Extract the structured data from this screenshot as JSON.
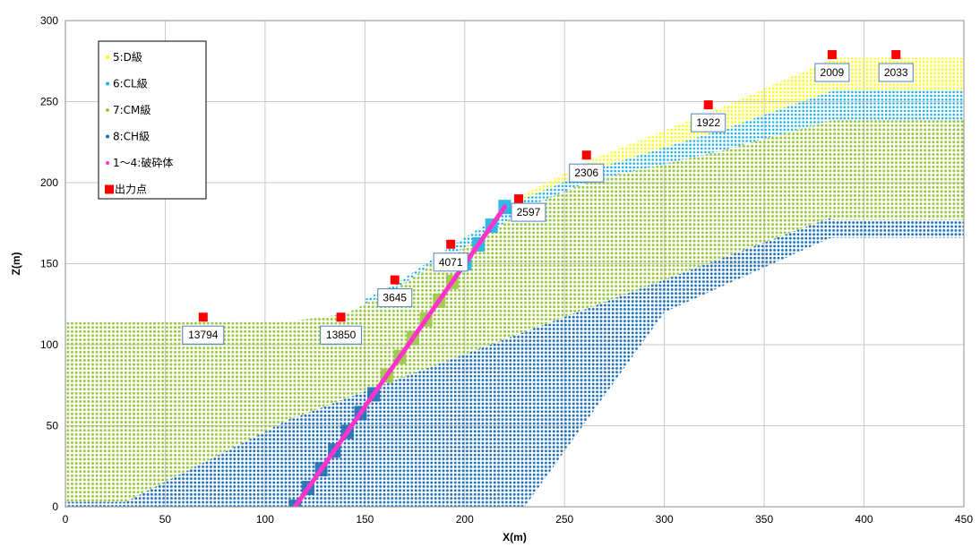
{
  "chart_data": {
    "type": "scatter",
    "title": "",
    "xlabel": "X(m)",
    "ylabel": "Z(m)",
    "xlim": [
      0,
      450
    ],
    "ylim": [
      0,
      300
    ],
    "xticks": [
      0,
      50,
      100,
      150,
      200,
      250,
      300,
      350,
      400,
      450
    ],
    "yticks": [
      0,
      50,
      100,
      150,
      200,
      250,
      300
    ],
    "grid": true,
    "legend_position": "top-left",
    "surface_profile": [
      [
        0,
        117
      ],
      [
        110,
        117
      ],
      [
        140,
        122
      ],
      [
        165,
        137
      ],
      [
        190,
        158
      ],
      [
        215,
        178
      ],
      [
        230,
        193
      ],
      [
        265,
        215
      ],
      [
        330,
        247
      ],
      [
        385,
        277
      ],
      [
        450,
        277
      ]
    ],
    "series": [
      {
        "name": "5:D級",
        "color": "#ffff00",
        "marker": "dot"
      },
      {
        "name": "6:CL級",
        "color": "#1cb0e8",
        "marker": "dot"
      },
      {
        "name": "7:CM級",
        "color": "#9bc644",
        "marker": "dot"
      },
      {
        "name": "8:CH級",
        "color": "#1f6fb5",
        "marker": "dot"
      },
      {
        "name": "1〜4:破砕体",
        "color": "#ff33cc",
        "marker": "dot",
        "line": [
          [
            115,
            0
          ],
          [
            220,
            185
          ]
        ]
      },
      {
        "name": "出力点",
        "color": "#ff0000",
        "marker": "square",
        "points": [
          {
            "x": 69,
            "y": 117,
            "label": "13794"
          },
          {
            "x": 138,
            "y": 117,
            "label": "13850"
          },
          {
            "x": 165,
            "y": 140,
            "label": "3645"
          },
          {
            "x": 193,
            "y": 162,
            "label": "4071"
          },
          {
            "x": 227,
            "y": 190,
            "label": "2597"
          },
          {
            "x": 261,
            "y": 217,
            "label": "2306"
          },
          {
            "x": 322,
            "y": 248,
            "label": "1922"
          },
          {
            "x": 384,
            "y": 279,
            "label": "2009"
          },
          {
            "x": 416,
            "y": 279,
            "label": "2033"
          }
        ]
      }
    ]
  }
}
